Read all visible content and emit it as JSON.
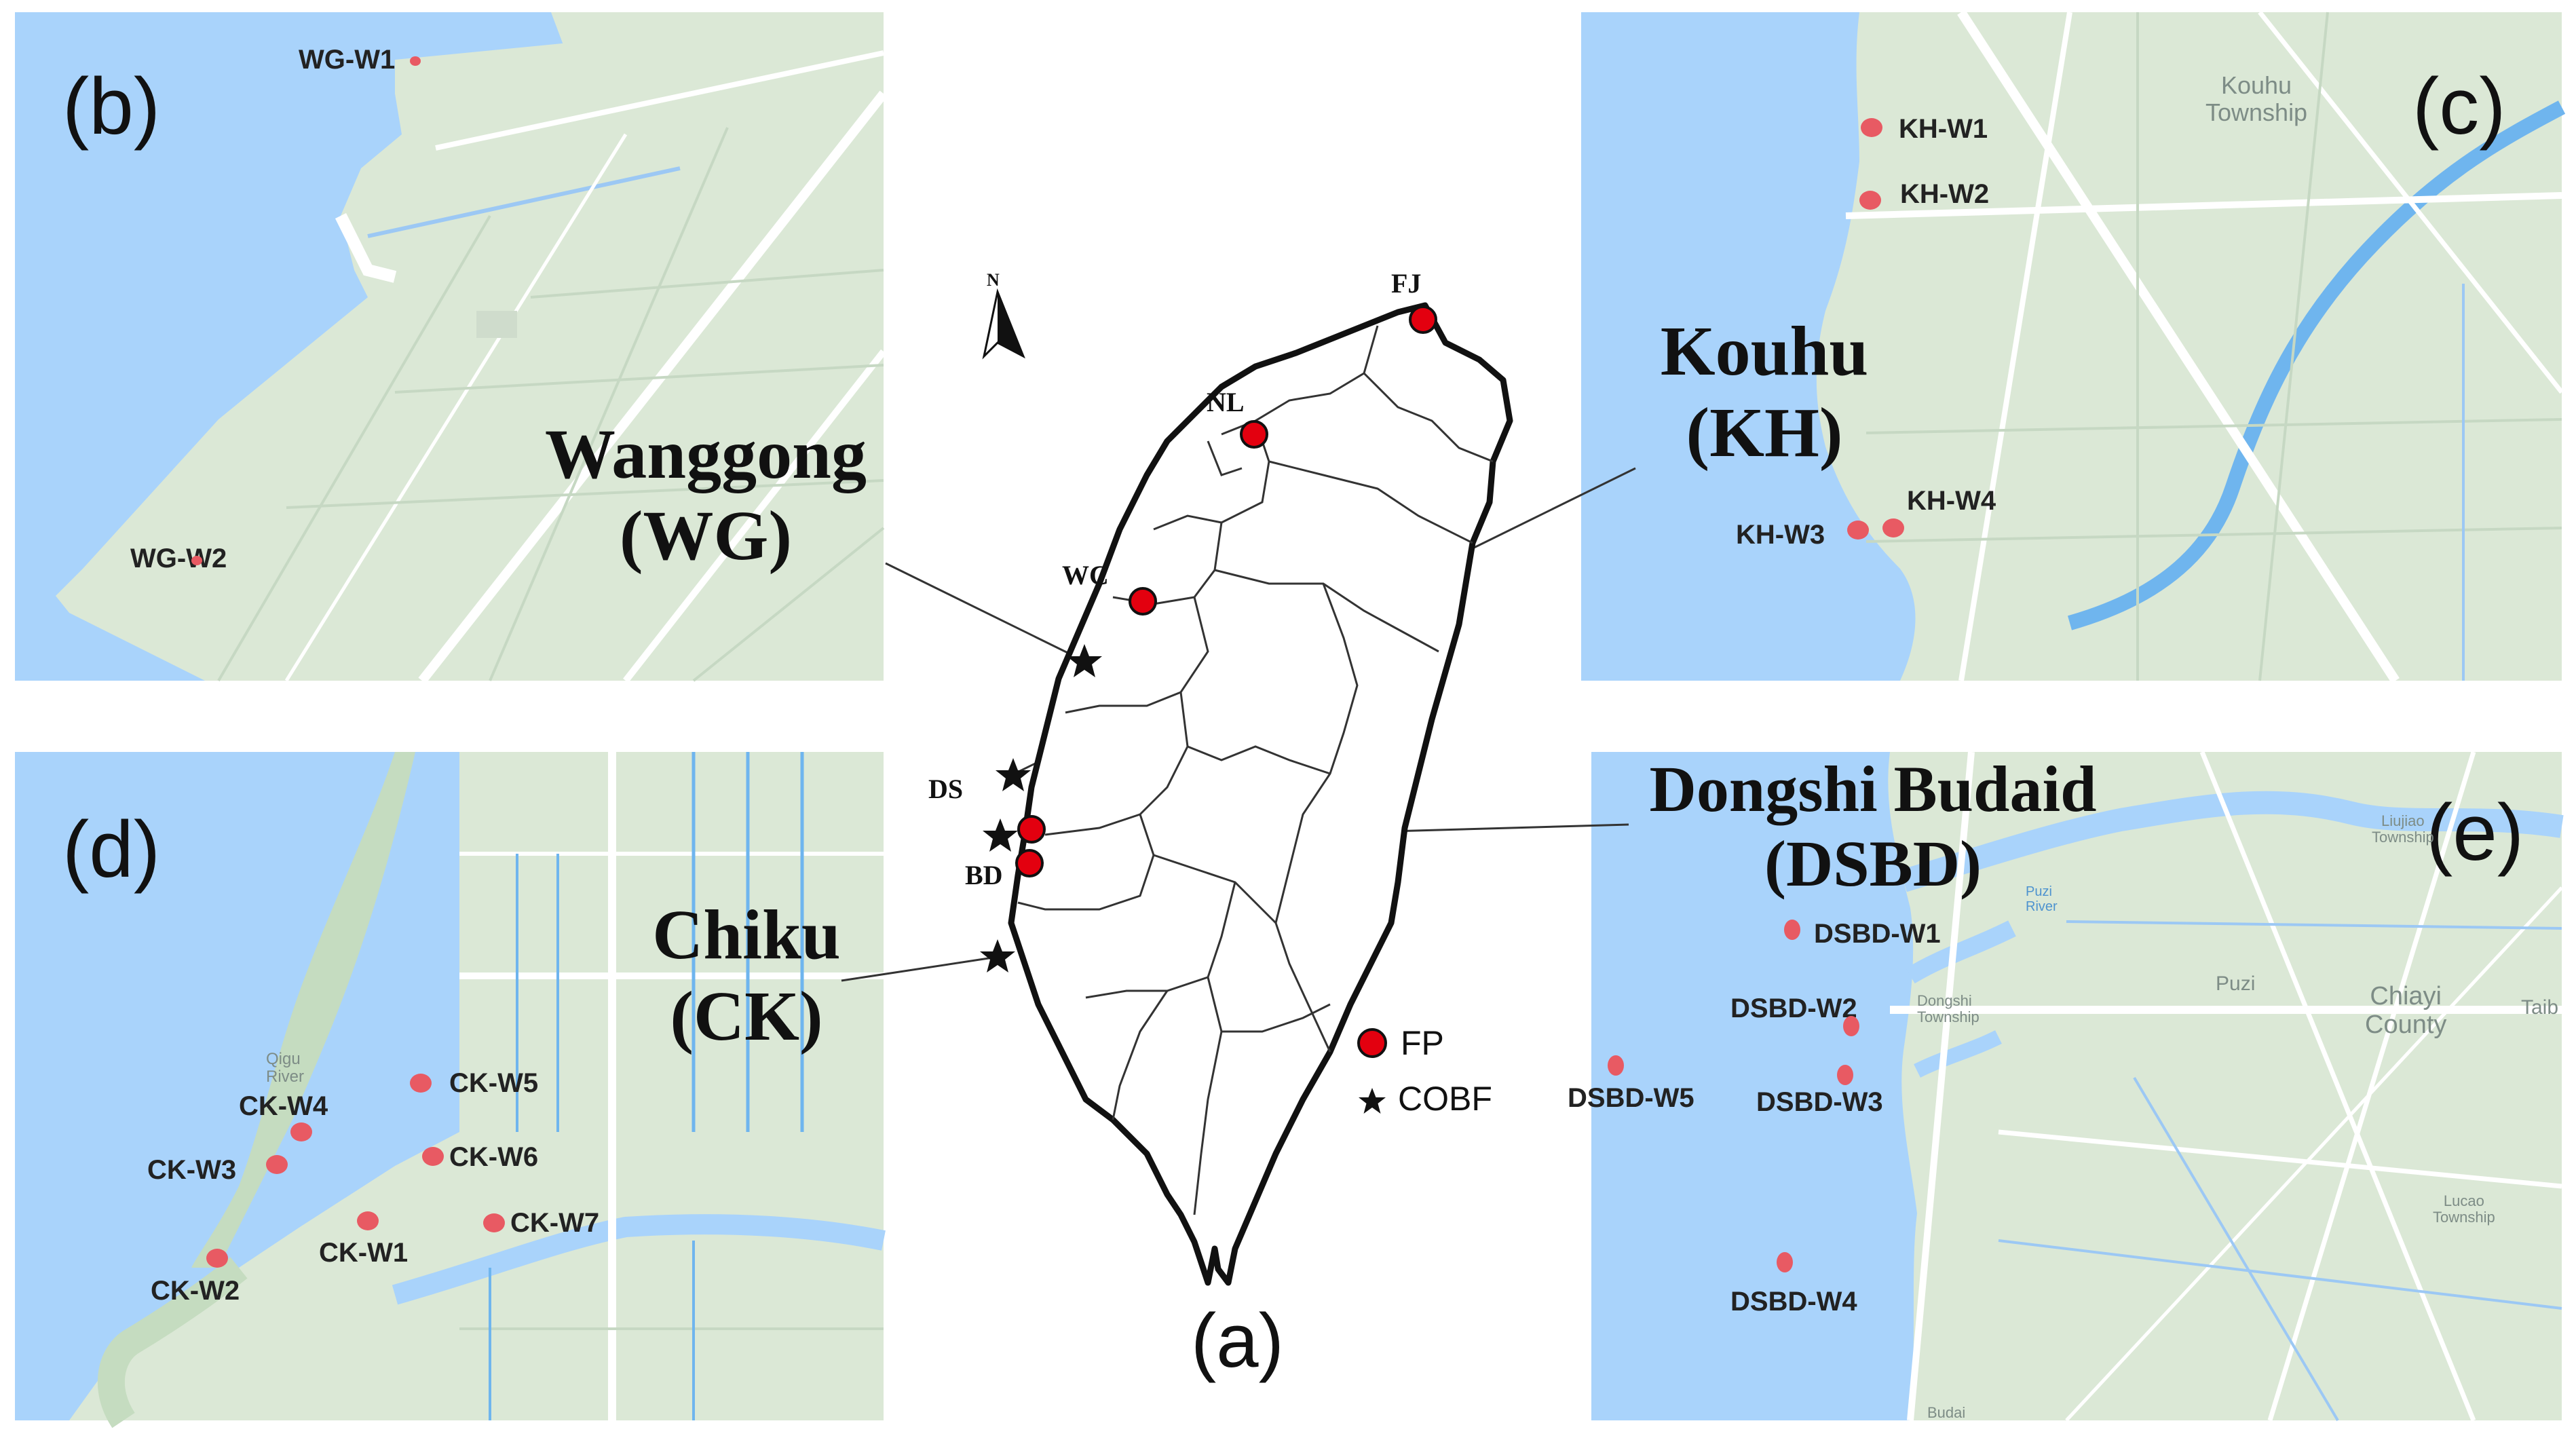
{
  "panels": {
    "b": {
      "label": "(b)",
      "site_name": "Wanggong",
      "site_code": "(WG)",
      "stations": [
        "WG-W1",
        "WG-W2"
      ]
    },
    "c": {
      "label": "(c)",
      "site_name": "Kouhu",
      "site_code": "(KH)",
      "township": "Kouhu\nTownship",
      "stations": [
        "KH-W1",
        "KH-W2",
        "KH-W3",
        "KH-W4"
      ]
    },
    "d": {
      "label": "(d)",
      "site_name": "Chiku",
      "site_code": "(CK)",
      "river": "Qigu\nRiver",
      "stations": [
        "CK-W1",
        "CK-W2",
        "CK-W3",
        "CK-W4",
        "CK-W5",
        "CK-W6",
        "CK-W7"
      ]
    },
    "e": {
      "label": "(e)",
      "site_name": "Dongshi Budaid",
      "site_code": "(DSBD)",
      "places": {
        "county": "Chiayi\nCounty",
        "puzi": "Puzi",
        "dongshi": "Dongshi\nTownship",
        "liujiao": "Liujiao\nTownship",
        "lucao": "Lucao\nTownship",
        "budai": "Budai",
        "puzi_river": "Puzi\nRiver",
        "taibao": "Taib"
      },
      "stations": [
        "DSBD-W1",
        "DSBD-W2",
        "DSBD-W3",
        "DSBD-W4",
        "DSBD-W5"
      ]
    }
  },
  "overview": {
    "label": "(a)",
    "north": "N",
    "fp_sites": [
      "FJ",
      "NL",
      "WC",
      "BD"
    ],
    "cobf_sites": [
      "DS"
    ],
    "legend": [
      {
        "symbol": "red-circle",
        "label": "FP"
      },
      {
        "symbol": "black-star",
        "label": "COBF"
      }
    ]
  },
  "colors": {
    "sea": "#a9d3fb",
    "land": "#dbe8d6",
    "marker": "#e85a63",
    "fp_marker": "#e3000f",
    "road": "#ffffff",
    "water_line": "#6fb5ee"
  }
}
